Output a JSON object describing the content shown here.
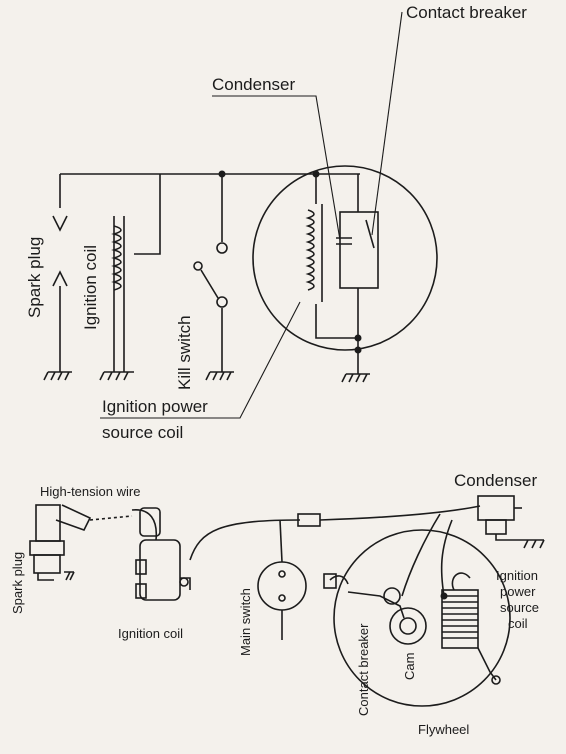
{
  "schematic": {
    "contact_breaker": "Contact breaker",
    "condenser": "Condenser",
    "spark_plug": "Spark plug",
    "ignition_coil": "Ignition coil",
    "kill_switch": "Kill switch",
    "power_coil_line1": "Ignition power",
    "power_coil_line2": "source coil"
  },
  "wiring": {
    "high_tension_wire": "High-tension wire",
    "condenser": "Condenser",
    "spark_plug": "Spark plug",
    "ignition_coil": "Ignition coil",
    "main_switch": "Main switch",
    "contact_breaker": "Contact breaker",
    "cam": "Cam",
    "power_coil_line1": "Ignition",
    "power_coil_line2": "power",
    "power_coil_line3": "source",
    "power_coil_line4": "coil",
    "flywheel": "Flywheel"
  }
}
